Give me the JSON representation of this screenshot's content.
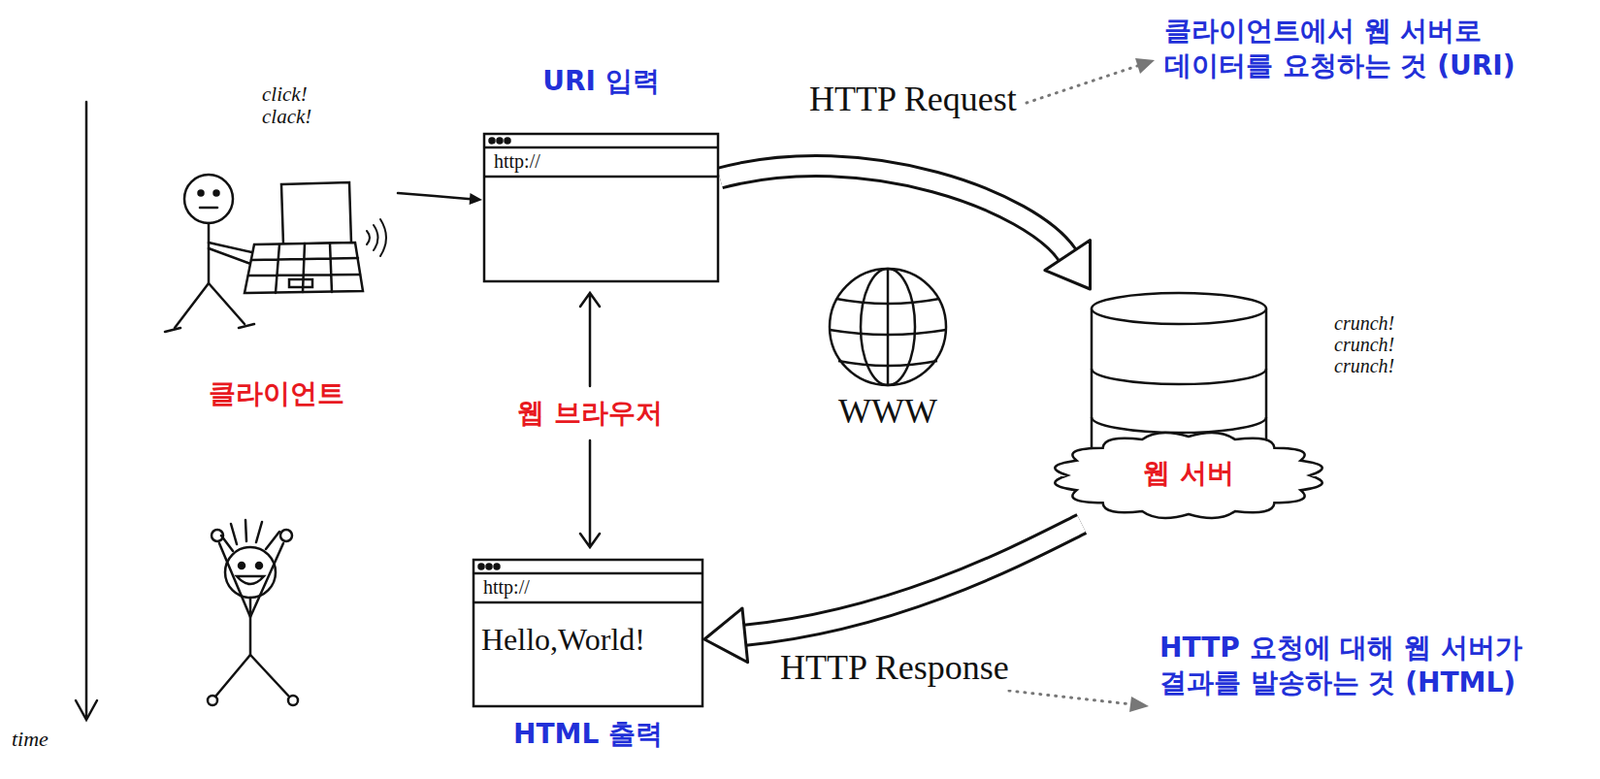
{
  "diagram": {
    "nodes": [
      {
        "text": [
          "클라이언트"
        ]
      },
      {
        "text": [
          "URI 입력",
          "http://"
        ]
      },
      {
        "text": [
          "웹 서버"
        ]
      },
      {
        "text": [
          "http://",
          "Hello,World!",
          "HTML 출력"
        ]
      }
    ],
    "edges": [
      {
        "from": 0,
        "to": 1,
        "arrow": "to"
      },
      {
        "from": 1,
        "to": 2,
        "label": "HTTP Request",
        "arrow": "to"
      },
      {
        "from": 2,
        "to": 3,
        "label": "HTTP Response",
        "arrow": "to"
      }
    ],
    "labels": [
      "click! clack!",
      "클라이언트에서 웹 서버로 데이터를 요청하는 것 (URI)",
      "웹 브라우저",
      "WWW",
      "crunch! crunch! crunch!",
      "HTTP 요청에 대해 웹 서버가 결과를 발송하는 것 (HTML)",
      "time"
    ]
  }
}
